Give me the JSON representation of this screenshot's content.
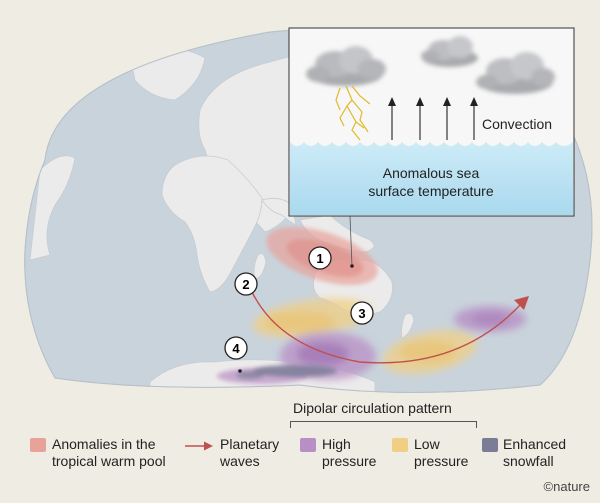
{
  "inset": {
    "convection_label": "Convection",
    "sst_label_line1": "Anomalous sea",
    "sst_label_line2": "surface temperature"
  },
  "markers": [
    "1",
    "2",
    "3",
    "4"
  ],
  "legend": {
    "warm_pool_line1": "Anomalies in the",
    "warm_pool_line2": "tropical warm pool",
    "waves_line1": "Planetary",
    "waves_line2": "waves",
    "dipolar_title": "Dipolar circulation pattern",
    "high_line1": "High",
    "high_line2": "pressure",
    "low_line1": "Low",
    "low_line2": "pressure",
    "snow_line1": "Enhanced",
    "snow_line2": "snowfall"
  },
  "credit": "©nature",
  "colors": {
    "warm_pool": "#e8a29a",
    "waves": "#c0504d",
    "high_pressure": "#b88fc4",
    "low_pressure": "#f0cf84",
    "snowfall": "#7b7d96",
    "ocean": "#c9d3dc",
    "land": "#ecebeb",
    "sea_water": "#bfe3f3"
  }
}
